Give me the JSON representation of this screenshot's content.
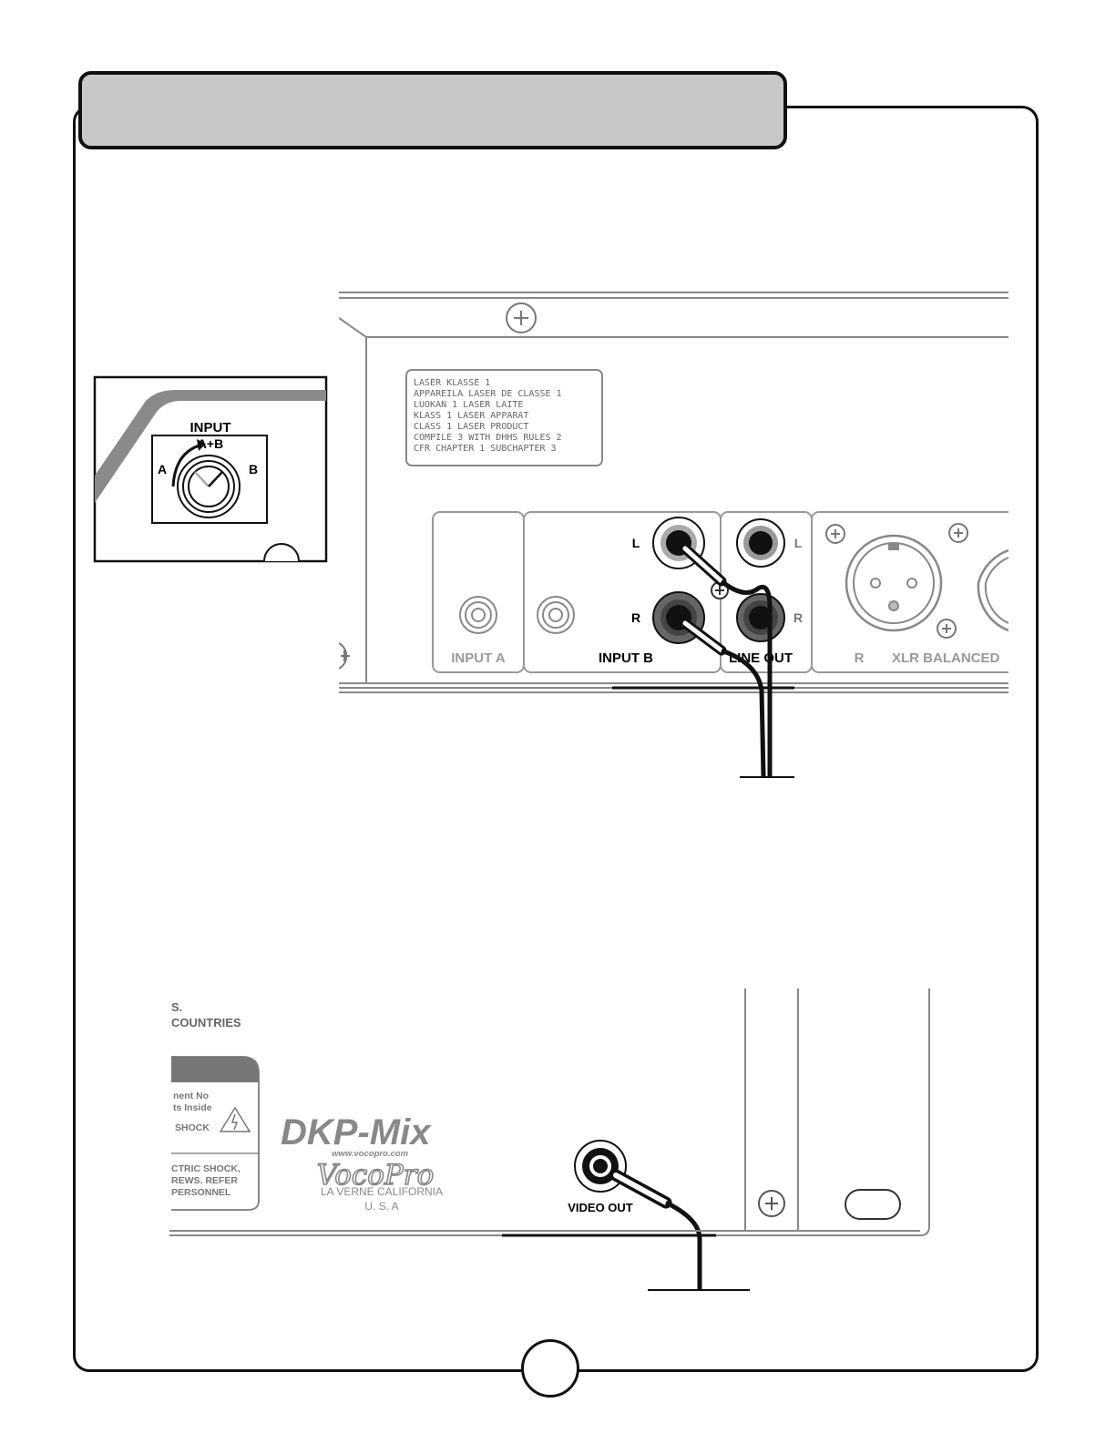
{
  "inset": {
    "title": "INPUT",
    "mode_ab": "A+B",
    "mode_a": "A",
    "mode_b": "B"
  },
  "laser_label": [
    "LASER KLASSE 1",
    "APPAREILA LASER DE CLASSE 1",
    "LUOKAN 1 LASER LAITE",
    "KLASS 1 LASER APPARAT",
    "CLASS 1 LASER PRODUCT",
    "COMPILE 3 WITH DHHS RULES 2",
    "CFR CHAPTER 1 SUBCHAPTER 3"
  ],
  "rear_panel": {
    "input_a": "INPUT A",
    "input_b": "INPUT B",
    "line_out": "LINE OUT",
    "left": "L",
    "right": "R",
    "xlr_r": "R",
    "xlr_label": "XLR BALANCED"
  },
  "lower_panel": {
    "s_line": "S.",
    "countries": "COUNTRIES",
    "warn1": "nent No",
    "warn2": "ts Inside",
    "warn3": "SHOCK",
    "warn4": "CTRIC SHOCK,",
    "warn5": "REWS. REFER",
    "warn6": "PERSONNEL",
    "model": "DKP-Mix",
    "url": "www.vocopro.com",
    "brand": "VocoPro",
    "location": "LA VERNE CALIFORNIA",
    "country": "U.   S.   A",
    "video_out": "VIDEO OUT"
  }
}
